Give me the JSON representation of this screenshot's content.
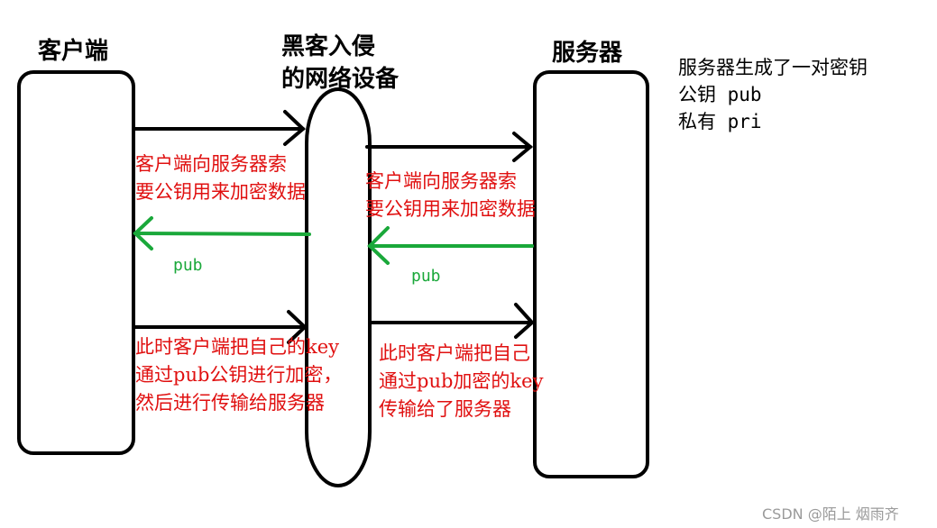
{
  "labels": {
    "client": "客户端",
    "attacker_line1": "黑客入侵",
    "attacker_line2": "的网络设备",
    "server": "服务器"
  },
  "server_note": {
    "line1": "服务器生成了一对密钥",
    "line2": "公钥 pub",
    "line3": "私有 pri"
  },
  "messages": {
    "request_left": [
      "客户端向服务器索",
      "要公钥用来加密数据"
    ],
    "request_right": [
      "客户端向服务器索",
      "要公钥用来加密数据"
    ],
    "pub_left": "pub",
    "pub_right": "pub",
    "send_left": [
      "此时客户端把自己的key",
      "通过pub公钥进行加密，",
      "然后进行传输给服务器"
    ],
    "send_right": [
      "此时客户端把自己",
      "通过pub加密的key",
      "传输给了服务器"
    ]
  },
  "watermark": "CSDN @陌上 烟雨齐",
  "colors": {
    "request_text": "#e01010",
    "pub_arrow": "#1aa83a",
    "outline": "#000000"
  }
}
